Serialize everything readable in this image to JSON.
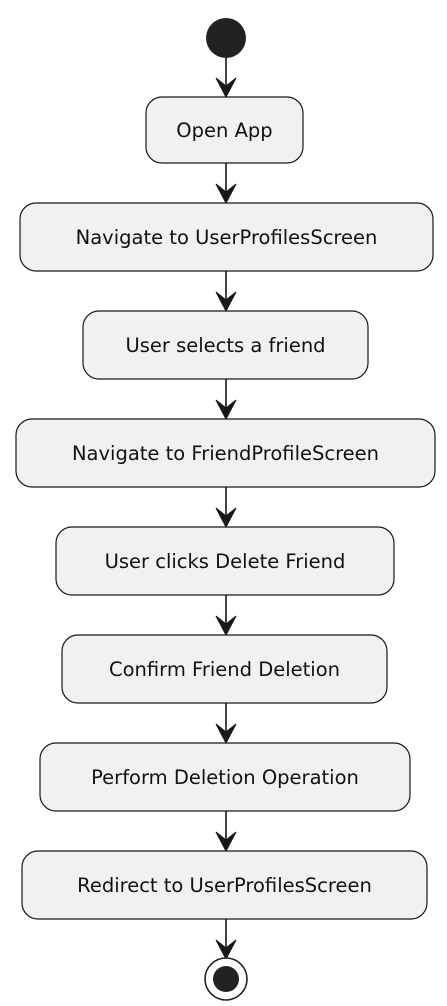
{
  "diagram": {
    "type": "activity",
    "nodes": [
      {
        "id": "open-app",
        "label": "Open App"
      },
      {
        "id": "navigate-user-profiles",
        "label": "Navigate to UserProfilesScreen"
      },
      {
        "id": "select-friend",
        "label": "User selects a friend"
      },
      {
        "id": "navigate-friend-profile",
        "label": "Navigate to FriendProfileScreen"
      },
      {
        "id": "click-delete-friend",
        "label": "User clicks Delete Friend"
      },
      {
        "id": "confirm-deletion",
        "label": "Confirm Friend Deletion"
      },
      {
        "id": "perform-deletion",
        "label": "Perform Deletion Operation"
      },
      {
        "id": "redirect-user-profiles",
        "label": "Redirect to UserProfilesScreen"
      }
    ],
    "colors": {
      "node_fill": "#f1f1f1",
      "node_border": "#181818",
      "arrow": "#181818",
      "start_end": "#222222"
    }
  }
}
